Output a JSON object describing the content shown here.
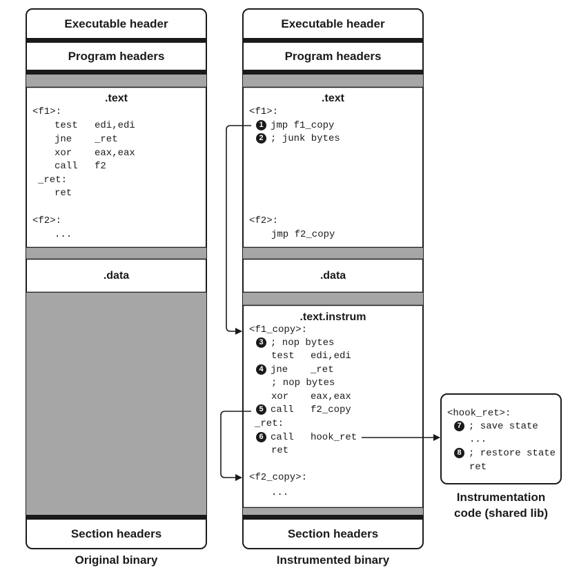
{
  "original": {
    "exec_header": "Executable header",
    "program_headers": "Program headers",
    "text_title": ".text",
    "code": [
      {
        "label": "<f1>:"
      },
      {
        "op": "test",
        "arg": "edi,edi"
      },
      {
        "op": "jne",
        "arg": "_ret"
      },
      {
        "op": "xor",
        "arg": "eax,eax"
      },
      {
        "op": "call",
        "arg": "f2"
      },
      {
        "label": "_ret:"
      },
      {
        "op": "ret",
        "arg": ""
      },
      {
        "label": "<f2>:"
      },
      {
        "op": "...",
        "arg": ""
      }
    ],
    "data_title": ".data",
    "section_headers": "Section headers",
    "caption": "Original binary"
  },
  "instrumented": {
    "exec_header": "Executable header",
    "program_headers": "Program headers",
    "text_title": ".text",
    "text_f1_label": "<f1>:",
    "text_line1": "jmp f1_copy",
    "text_line2": "; junk bytes",
    "text_f2_label": "<f2>:",
    "text_f2_line": "jmp f2_copy",
    "data_title": ".data",
    "instrum_title": ".text.instrum",
    "instrum_f1_label": "<f1_copy>:",
    "instrum_nop1": "; nop bytes",
    "instrum_test_op": "test",
    "instrum_test_arg": "edi,edi",
    "instrum_jne_op": "jne",
    "instrum_jne_arg": "_ret",
    "instrum_nop2": "; nop bytes",
    "instrum_xor_op": "xor",
    "instrum_xor_arg": "eax,eax",
    "instrum_call_op": "call",
    "instrum_call_arg": "f2_copy",
    "instrum_ret_label": "_ret:",
    "instrum_hook_op": "call",
    "instrum_hook_arg": "hook_ret",
    "instrum_ret": "ret",
    "instrum_f2_label": "<f2_copy>:",
    "instrum_ellipsis": "...",
    "section_headers": "Section headers",
    "caption": "Instrumented binary"
  },
  "hook": {
    "label": "<hook_ret>:",
    "save": "; save state",
    "ellipsis": "...",
    "restore": "; restore state",
    "ret": "ret",
    "caption_line1": "Instrumentation",
    "caption_line2": "code (shared lib)"
  },
  "badges": [
    "1",
    "2",
    "3",
    "4",
    "5",
    "6",
    "7",
    "8"
  ],
  "colors": {
    "ink": "#1a1a1a",
    "gap": "#a6a6a6",
    "background": "#ffffff"
  }
}
